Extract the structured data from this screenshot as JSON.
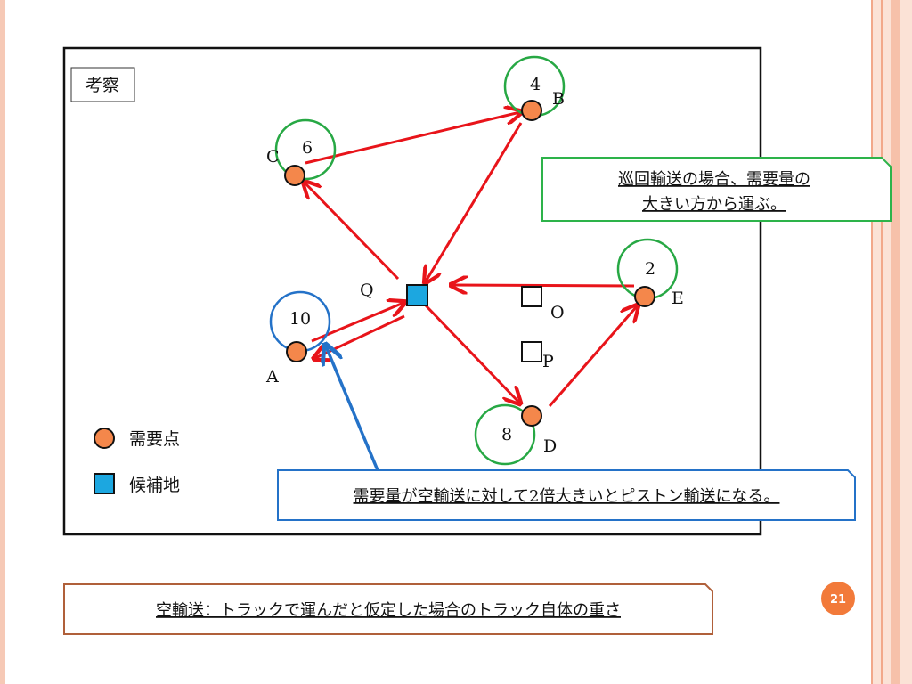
{
  "title_box": "考察",
  "nodes": {
    "A": {
      "label": "A",
      "demand": "10"
    },
    "B": {
      "label": "B",
      "demand": "4"
    },
    "C": {
      "label": "C",
      "demand": "6"
    },
    "D": {
      "label": "D",
      "demand": "8"
    },
    "E": {
      "label": "E",
      "demand": "2"
    }
  },
  "candidates": {
    "Q": "Q",
    "O": "O",
    "P": "P"
  },
  "legend": {
    "demand_point": "需要点",
    "candidate_site": "候補地"
  },
  "callouts": {
    "patrol_line1": "巡回輸送の場合、需要量の",
    "patrol_line2": "大きい方から運ぶ。",
    "piston": "需要量が空輸送に対して2倍大きいとピストン輸送になる。",
    "empty": "空輸送：トラックで運んだと仮定した場合のトラック自体の重さ"
  },
  "page_number": "21",
  "colors": {
    "demand_fill": "#f4874b",
    "candidate_fill": "#1ca7e0",
    "route_red": "#e8141a",
    "ring_green": "#27a844",
    "ring_blue": "#2472c8",
    "callout_green": "#2db34a",
    "callout_blue": "#2472c8",
    "callout_brown": "#b0603a",
    "page_badge": "#f27a3a"
  }
}
